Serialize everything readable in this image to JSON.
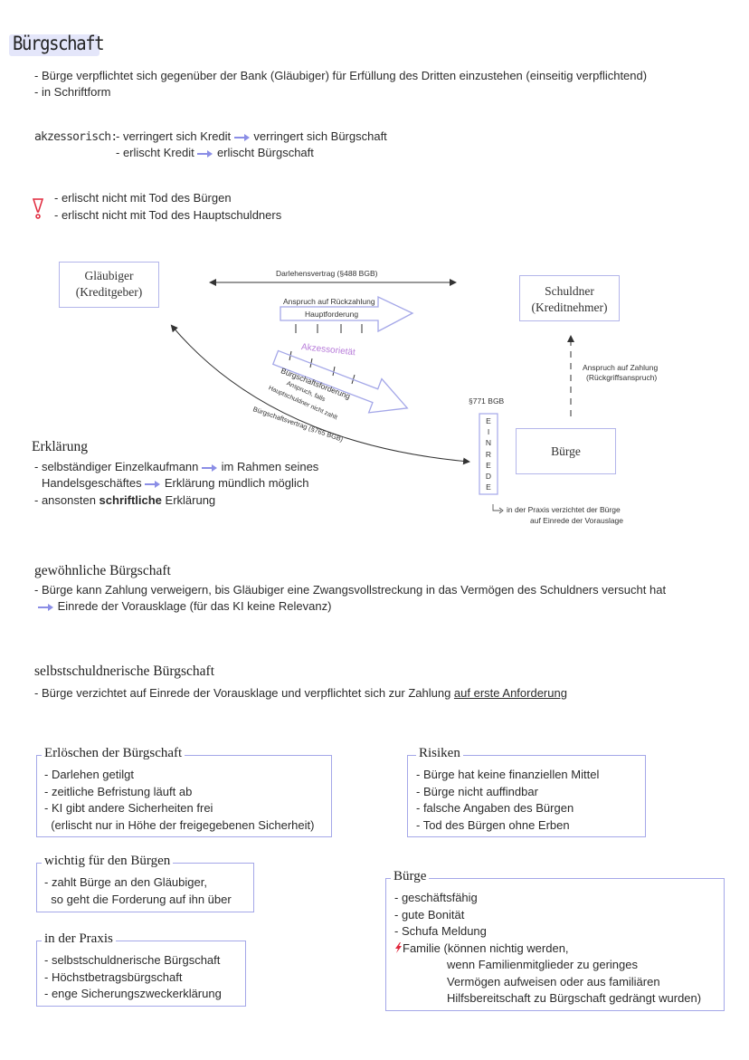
{
  "title": "Bürgschaft",
  "intro": [
    "- Bürge verpflichtet sich gegenüber der Bank (Gläubiger) für Erfüllung des Dritten einzustehen (einseitig verpflichtend)",
    "- in Schriftform"
  ],
  "akzessorisch": {
    "label": "akzessorisch:",
    "line1_a": "- verringert sich Kredit",
    "line1_b": "verringert sich Bürgschaft",
    "line2_a": "- erlischt Kredit",
    "line2_b": "erlischt Bürgschaft"
  },
  "warning": [
    "- erlischt nicht mit Tod des Bürgen",
    "- erlischt nicht mit Tod des Hauptschuldners"
  ],
  "diagram": {
    "glaeubiger": [
      "Gläubiger",
      "(Kreditgeber)"
    ],
    "schuldner": [
      "Schuldner",
      "(Kreditnehmer)"
    ],
    "buerge": "Bürge",
    "darlehensvertrag": "Darlehensvertrag (§488 BGB)",
    "anspruch_rueckzahlung": "Anspruch auf Rückzahlung",
    "hauptforderung": "Hauptforderung",
    "akzessorietaet": "Akzessorietät",
    "buergschaftsforderung": "Bürgschaftsforderung",
    "anspruch_falls_1": "Anspruch, falls",
    "anspruch_falls_2": "Hauptschuldner nicht zahlt",
    "buergschaftsvertrag": "Bürgschaftsvertrag (§765 BGB)",
    "anspruch_zahlung": "Anspruch auf Zahlung",
    "rueckgriff": "(Rückgriffsanspruch)",
    "paragraph_771": "§771 BGB",
    "einrede_letters": [
      "E",
      "I",
      "N",
      "R",
      "E",
      "D",
      "E"
    ],
    "praxis_note_1": "in der Praxis verzichtet der Bürge",
    "praxis_note_2": "auf Einrede der Vorauslage"
  },
  "erklaerung": {
    "heading": "Erklärung",
    "line1_a": "- selbständiger Einzelkaufmann",
    "line1_b": "im Rahmen seines",
    "line2_a": "Handelsgeschäftes",
    "line2_b": "Erklärung mündlich möglich",
    "line3_a": "- ansonsten ",
    "line3_b": "schriftliche",
    "line3_c": " Erklärung"
  },
  "gewoehnlich": {
    "heading": "gewöhnliche Bürgschaft",
    "line1": "- Bürge kann Zahlung verweigern, bis Gläubiger eine Zwangsvollstreckung in das Vermögen des Schuldners versucht hat",
    "line2": "Einrede der Vorausklage (für das KI keine Relevanz)"
  },
  "selbstschuldnerisch": {
    "heading": "selbstschuldnerische Bürgschaft",
    "line_a": "- Bürge verzichtet auf Einrede der Vorausklage und verpflichtet sich zur Zahlung ",
    "line_b": "auf erste Anforderung"
  },
  "boxes": {
    "erloeschen": {
      "title": "Erlöschen der Bürgschaft",
      "items": [
        "- Darlehen getilgt",
        "- zeitliche Befristung läuft ab",
        "- KI gibt andere Sicherheiten frei",
        "  (erlischt nur in Höhe der freigegebenen Sicherheit)"
      ]
    },
    "risiken": {
      "title": "Risiken",
      "items": [
        "- Bürge hat keine finanziellen Mittel",
        "- Bürge nicht auffindbar",
        "- falsche Angaben des Bürgen",
        "- Tod des Bürgen ohne Erben"
      ]
    },
    "wichtig": {
      "title": "wichtig für den Bürgen",
      "items": [
        "- zahlt Bürge an den Gläubiger,",
        "  so geht die Forderung auf ihn über"
      ]
    },
    "praxis": {
      "title": "in der Praxis",
      "items": [
        "- selbstschuldnerische Bürgschaft",
        "- Höchstbetragsbürgschaft",
        "- enge Sicherungszweckerklärung"
      ]
    },
    "buerge": {
      "title": "Bürge",
      "items": [
        "- geschäftsfähig",
        "- gute Bonität",
        "- Schufa Meldung"
      ],
      "familie_1": "Familie (können nichtig werden,",
      "familie_2": "wenn Familienmitglieder zu geringes",
      "familie_3": "Vermögen aufweisen oder aus familiären",
      "familie_4": "Hilfsbereitschaft zu Bürgschaft gedrängt wurden)"
    }
  },
  "colors": {
    "accent": "#a4a7e8",
    "arrow": "#8b8ee6",
    "purple_text": "#b77bd9",
    "warning_red": "#e0283c"
  },
  "icons": [
    "arrow-right-icon",
    "exclamation-icon",
    "lightning-icon"
  ]
}
